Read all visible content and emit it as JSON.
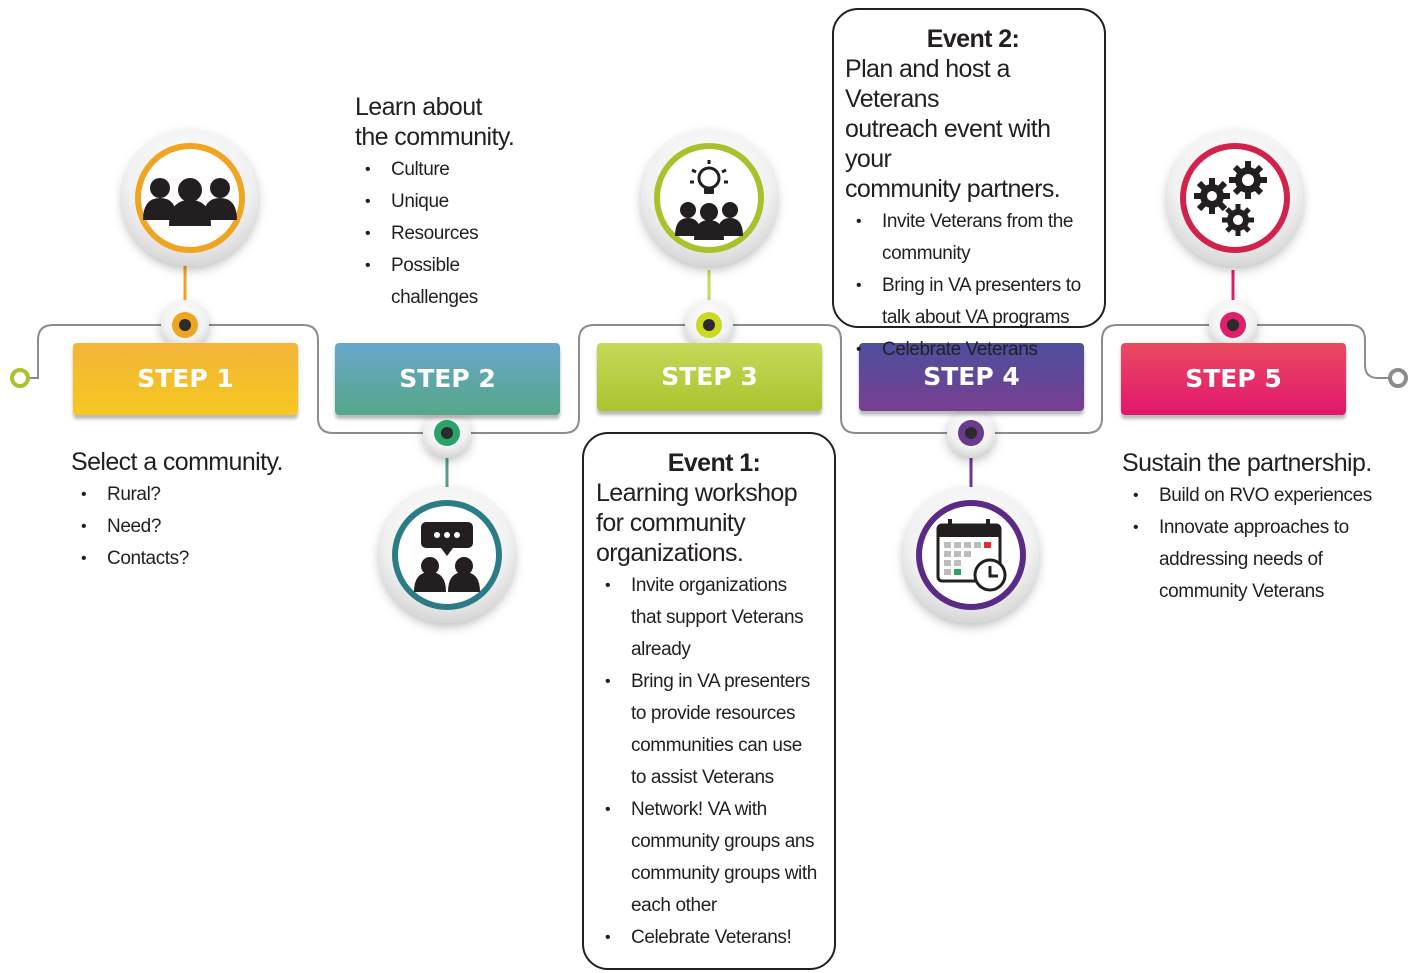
{
  "steps": [
    {
      "label": "STEP 1",
      "color": "#f0a422",
      "color_light": "#f7c842",
      "title": "Select a community.",
      "items": [
        "Rural?",
        "Need?",
        "Contacts?"
      ],
      "icon": "people-group-icon"
    },
    {
      "label": "STEP 2",
      "color": "#4fa08c",
      "color_light": "#6aa6cc",
      "title_lines": [
        "Learn about",
        "the community."
      ],
      "items": [
        "Culture",
        "Unique",
        "Resources",
        "Possible challenges"
      ],
      "icon": "discussion-icon"
    },
    {
      "label": "STEP 3",
      "color": "#a9c12d",
      "color_light": "#c7d85a",
      "event": {
        "heading": "Event 1:",
        "title_lines": [
          "Learning workshop",
          "for community",
          "organizations."
        ],
        "items": [
          "Invite organizations that support Veterans already",
          "Bring in VA presenters to provide resources communities can use to assist Veterans",
          "Network! VA with community groups ans community groups with each other",
          "Celebrate Veterans!"
        ]
      },
      "icon": "idea-team-icon"
    },
    {
      "label": "STEP 4",
      "color": "#6a3a8f",
      "color_light": "#4c4f9c",
      "event": {
        "heading": "Event 2:",
        "title_lines": [
          "Plan and host a Veterans",
          "outreach event with your",
          "community partners."
        ],
        "items": [
          "Invite Veterans from the community",
          "Bring in VA presenters to talk about VA programs",
          "Celebrate Veterans"
        ]
      },
      "icon": "calendar-clock-icon"
    },
    {
      "label": "STEP 5",
      "color": "#e01f6b",
      "color_light": "#ec4a62",
      "title": "Sustain the partnership.",
      "items": [
        "Build on RVO experiences",
        "Innovate approaches to addressing needs of community Veterans"
      ],
      "icon": "gears-icon"
    }
  ],
  "connector_color": "#8c8c8c",
  "text_color": "#231f20"
}
